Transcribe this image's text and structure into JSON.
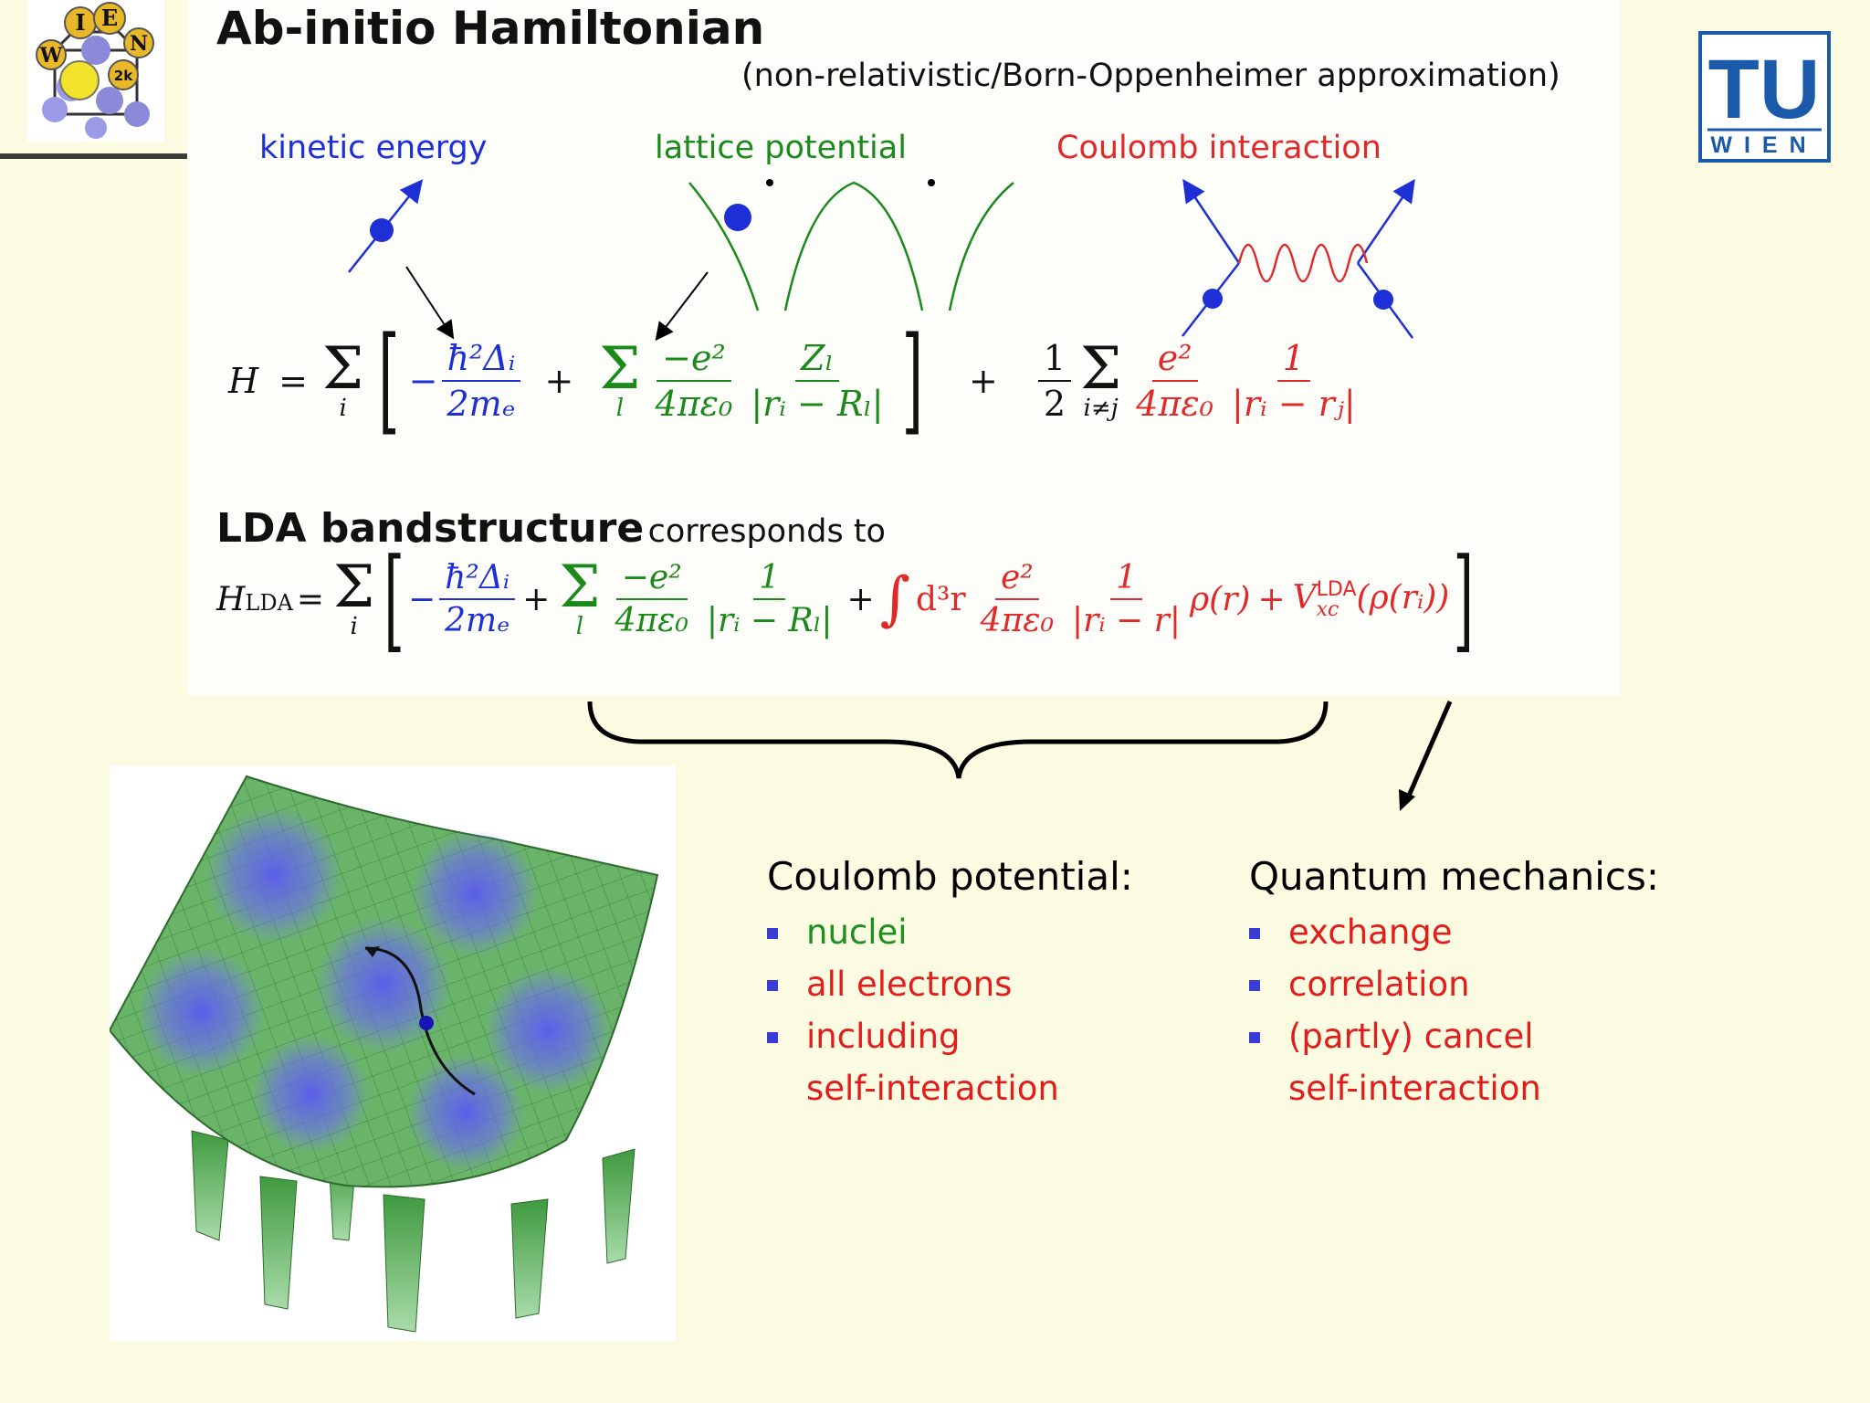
{
  "slide": {
    "title": "Ab-initio Hamiltonian",
    "subtitle": "(non-relativistic/Born-Oppenheimer approximation)",
    "labels": {
      "kinetic": "kinetic energy",
      "lattice": "lattice potential",
      "coulomb": "Coulomb interaction"
    },
    "lda_title": "LDA bandstructure",
    "lda_suffix": "corresponds to",
    "eq1": {
      "lhs": "H",
      "eq": "=",
      "sum": "Σ",
      "sub_i": "i",
      "sub_l": "l",
      "sub_ij": "i≠j",
      "lbr": "[",
      "rbr": "]",
      "minus": "−",
      "plus": "+",
      "kin_num": "ħ²Δᵢ",
      "kin_den": "2mₑ",
      "lat_num1": "−e²",
      "lat_den1": "4πε₀",
      "lat_num2": "Zₗ",
      "lat_den2": "|rᵢ − Rₗ|",
      "half_num": "1",
      "half_den": "2",
      "c_num1": "e²",
      "c_den1": "4πε₀",
      "c_num2": "1",
      "c_den2": "|rᵢ − rⱼ|"
    },
    "eq2": {
      "lhs": "H",
      "lhs_sub": "LDA",
      "integral": "∫",
      "d3r": "d³r",
      "h_num1": "e²",
      "h_den1": "4πε₀",
      "h_num2": "1",
      "h_den2": "|rᵢ − r|",
      "rho": "ρ(r)",
      "vxc": "V",
      "vxc_sup": "LDA",
      "vxc_sub": "xc",
      "vxc_arg": "(ρ(rᵢ))"
    },
    "columns": {
      "left": {
        "heading": "Coulomb potential:",
        "items": [
          "nuclei",
          "all electrons",
          "including",
          "self-interaction"
        ]
      },
      "right": {
        "heading": "Quantum mechanics:",
        "items": [
          "exchange",
          "correlation",
          "(partly) cancel",
          "self-interaction"
        ]
      }
    },
    "logos": {
      "wien2k": [
        "I",
        "E",
        "W",
        "N",
        "2k"
      ],
      "tu_top": "TU",
      "tu_bottom": "WIEN"
    },
    "colors": {
      "blue": "#1e2fd6",
      "green": "#1b8a1b",
      "red": "#e02a2a",
      "background": "#fbfbe2"
    }
  }
}
